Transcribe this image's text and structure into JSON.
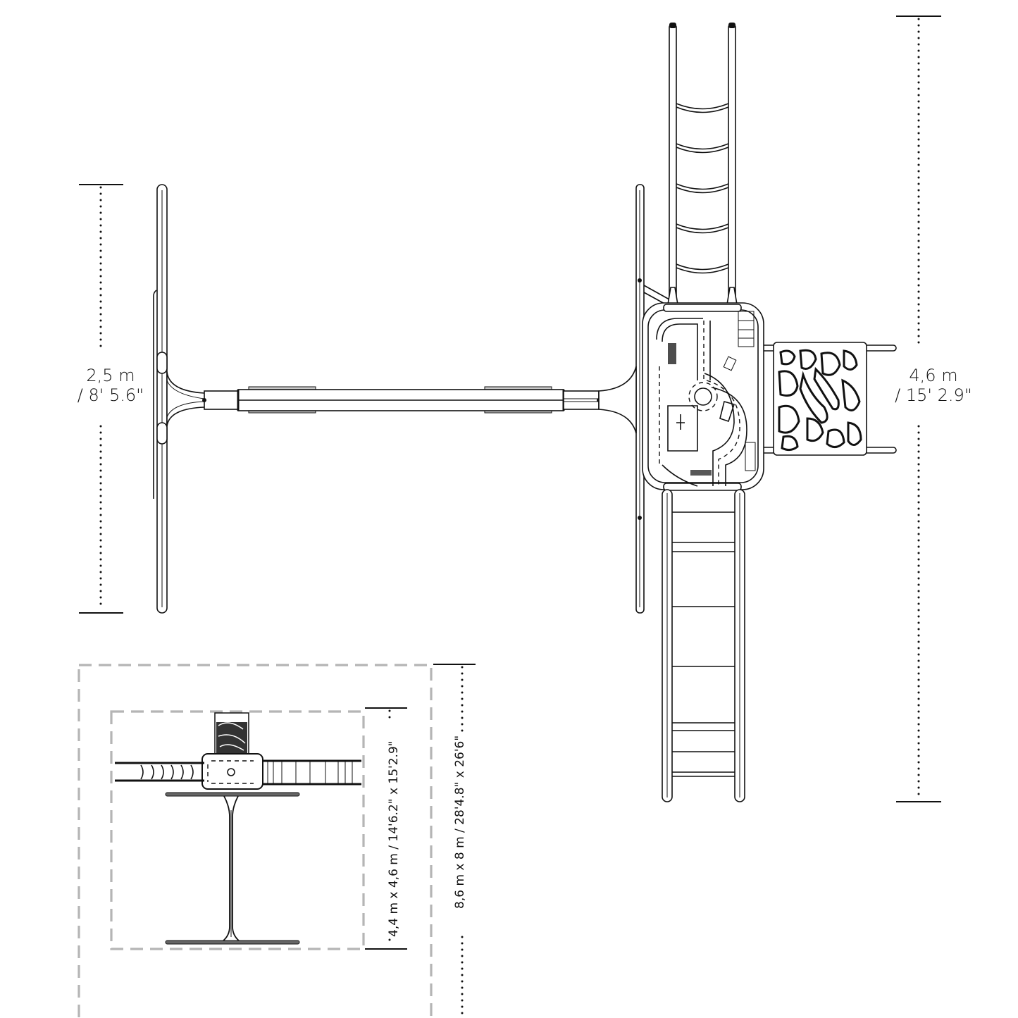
{
  "drawing": {
    "type": "playground plan view",
    "background": "#ffffff",
    "line_color": "#111111",
    "zone_color": "#b5b5b5"
  },
  "dimensions": {
    "swing_width": {
      "metric": "2,5 m",
      "imperial": "/ 8' 5.6\""
    },
    "tower_length": {
      "metric": "4,6 m",
      "imperial": "/ 15' 2.9\""
    },
    "footprint": {
      "label": "4,4 m x 4,6 m / 14'6.2\" x 15'2.9\""
    },
    "safety_zone": {
      "label": "8,6 m x 8 m / 28'4.8\" x 26'6\""
    }
  },
  "components": {
    "swing_beam": "swing-beam",
    "play_deck": "play-deck-road-map",
    "climbing_wall": "rock-climbing-wall",
    "monkey_bars": "curved-ladder",
    "slide_ladder": "straight-ladder"
  },
  "inset": {
    "title": "overview-with-safety-zones"
  }
}
